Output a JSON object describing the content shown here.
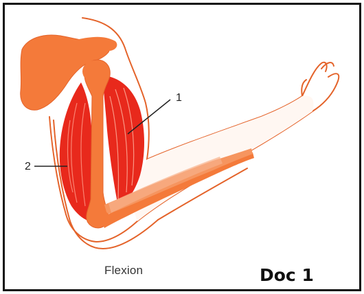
{
  "labels": {
    "label_1": "1",
    "label_2": "2",
    "caption": "Flexion",
    "document": "Doc 1"
  },
  "colors": {
    "bone_orange": "#f47a3a",
    "skin_outline": "#e4632a",
    "muscle_red": "#e8291c",
    "border": "#111111"
  }
}
